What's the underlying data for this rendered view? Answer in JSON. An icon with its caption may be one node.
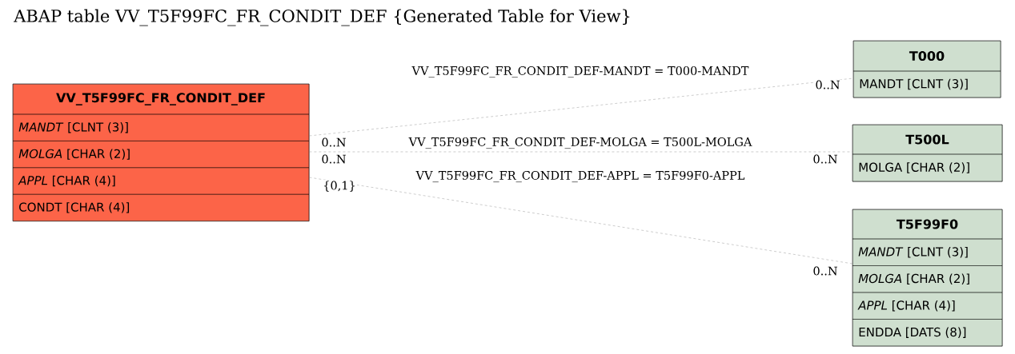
{
  "diagram": {
    "title": "ABAP table VV_T5F99FC_FR_CONDIT_DEF {Generated Table for View}",
    "nodes": [
      {
        "text": [
          "VV_T5F99FC_FR_CONDIT_DEF",
          "*MANDT* [CLNT (3)]",
          "*MOLGA* [CHAR (2)]",
          "*APPL* [CHAR (4)]",
          "CONDT [CHAR (4)]"
        ]
      },
      {
        "text": [
          "T000",
          "MANDT [CLNT (3)]"
        ]
      },
      {
        "text": [
          "T500L",
          "MOLGA [CHAR (2)]"
        ]
      },
      {
        "text": [
          "T5F99F0",
          "*MANDT* [CLNT (3)]",
          "*MOLGA* [CHAR (2)]",
          "*APPL* [CHAR (4)]",
          "ENDDA [DATS (8)]"
        ]
      }
    ],
    "edges": [
      {
        "from": 0,
        "to": 1,
        "arrow": "none",
        "style": "dashed",
        "label": "VV_T5F99FC_FR_CONDIT_DEF-MANDT = T000-MANDT"
      },
      {
        "from": 0,
        "to": 2,
        "arrow": "none",
        "style": "dashed",
        "label": "VV_T5F99FC_FR_CONDIT_DEF-MOLGA = T500L-MOLGA"
      },
      {
        "from": 0,
        "to": 3,
        "arrow": "none",
        "style": "dashed",
        "label": "VV_T5F99FC_FR_CONDIT_DEF-APPL = T5F99F0-APPL"
      }
    ],
    "labels": [
      "0..N",
      "0..N",
      "0..N",
      "0..N",
      "{0,1}",
      "0..N"
    ]
  }
}
